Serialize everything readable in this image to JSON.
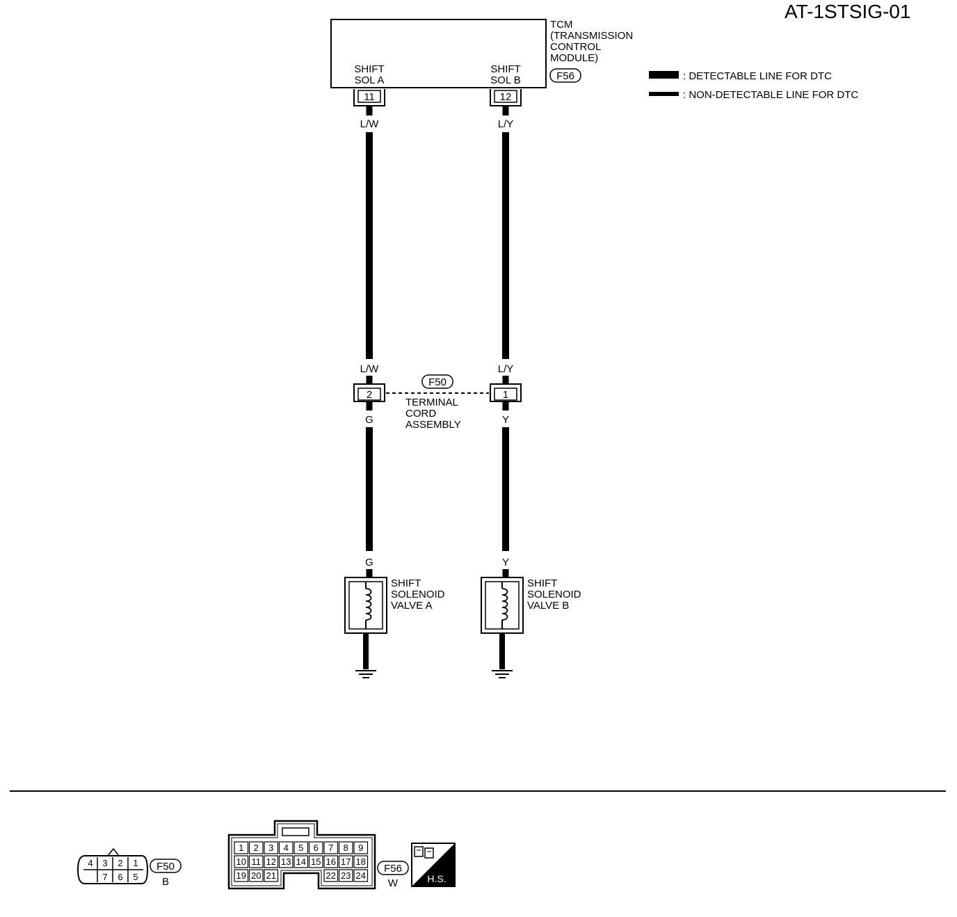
{
  "diagram_code": "AT-1STSIG-01",
  "tcm": {
    "name": "TCM",
    "desc": [
      "(TRANSMISSION",
      "CONTROL",
      "MODULE)"
    ],
    "connector": "F56",
    "pins": [
      {
        "label": [
          "SHIFT",
          "SOL A"
        ],
        "terminal": "11"
      },
      {
        "label": [
          "SHIFT",
          "SOL B"
        ],
        "terminal": "12"
      }
    ]
  },
  "legend": {
    "detectable": ": DETECTABLE LINE FOR DTC",
    "non_detectable": ": NON-DETECTABLE LINE FOR DTC"
  },
  "wires": {
    "a_upper": "L/W",
    "b_upper": "L/Y",
    "a_lower": "G",
    "b_lower": "Y"
  },
  "terminal_cord": {
    "connector": "F50",
    "label": [
      "TERMINAL",
      "CORD",
      "ASSEMBLY"
    ],
    "terminal_a": "2",
    "terminal_b": "1"
  },
  "solenoids": [
    {
      "label": [
        "SHIFT",
        "SOLENOID",
        "VALVE A"
      ]
    },
    {
      "label": [
        "SHIFT",
        "SOLENOID",
        "VALVE B"
      ]
    }
  ],
  "connectors": {
    "f50": {
      "id": "F50",
      "color": "B",
      "top_pins": [
        "4",
        "3",
        "2",
        "1"
      ],
      "bottom_pins": [
        "7",
        "6",
        "5"
      ]
    },
    "f56": {
      "id": "F56",
      "color": "W",
      "row1": [
        "1",
        "2",
        "3",
        "4",
        "5",
        "6",
        "7",
        "8",
        "9"
      ],
      "row2": [
        "10",
        "11",
        "12",
        "13",
        "14",
        "15",
        "16",
        "17",
        "18"
      ],
      "row3_left": [
        "19",
        "20",
        "21"
      ],
      "row3_right": [
        "22",
        "23",
        "24"
      ]
    },
    "hs_badge": "H.S."
  }
}
